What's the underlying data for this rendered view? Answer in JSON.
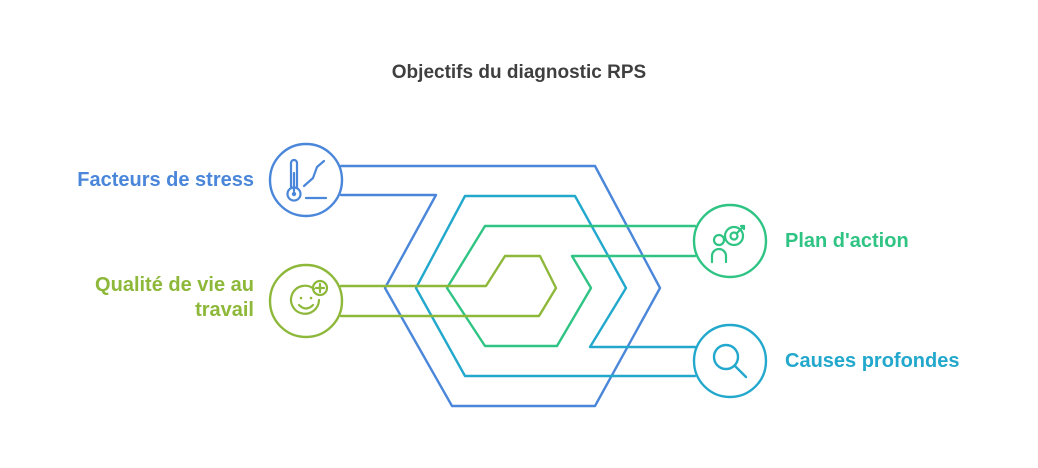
{
  "title": "Objectifs du diagnostic RPS",
  "colors": {
    "blue": "#4a86d9",
    "cyan": "#22a8cc",
    "teal": "#2fc483",
    "green": "#8db83a",
    "title": "#3f3f3f"
  },
  "items": {
    "facteurs": {
      "label": "Facteurs de stress",
      "color": "#4a86d9",
      "icon": "thermometer-icon"
    },
    "qualite": {
      "label_line1": "Qualité de vie au",
      "label_line2": "travail",
      "color": "#8db83a",
      "icon": "smiley-plus-icon"
    },
    "plan": {
      "label": "Plan d'action",
      "color": "#2fc483",
      "icon": "target-person-icon"
    },
    "causes": {
      "label": "Causes profondes",
      "color": "#22a8cc",
      "icon": "magnifier-icon"
    }
  }
}
